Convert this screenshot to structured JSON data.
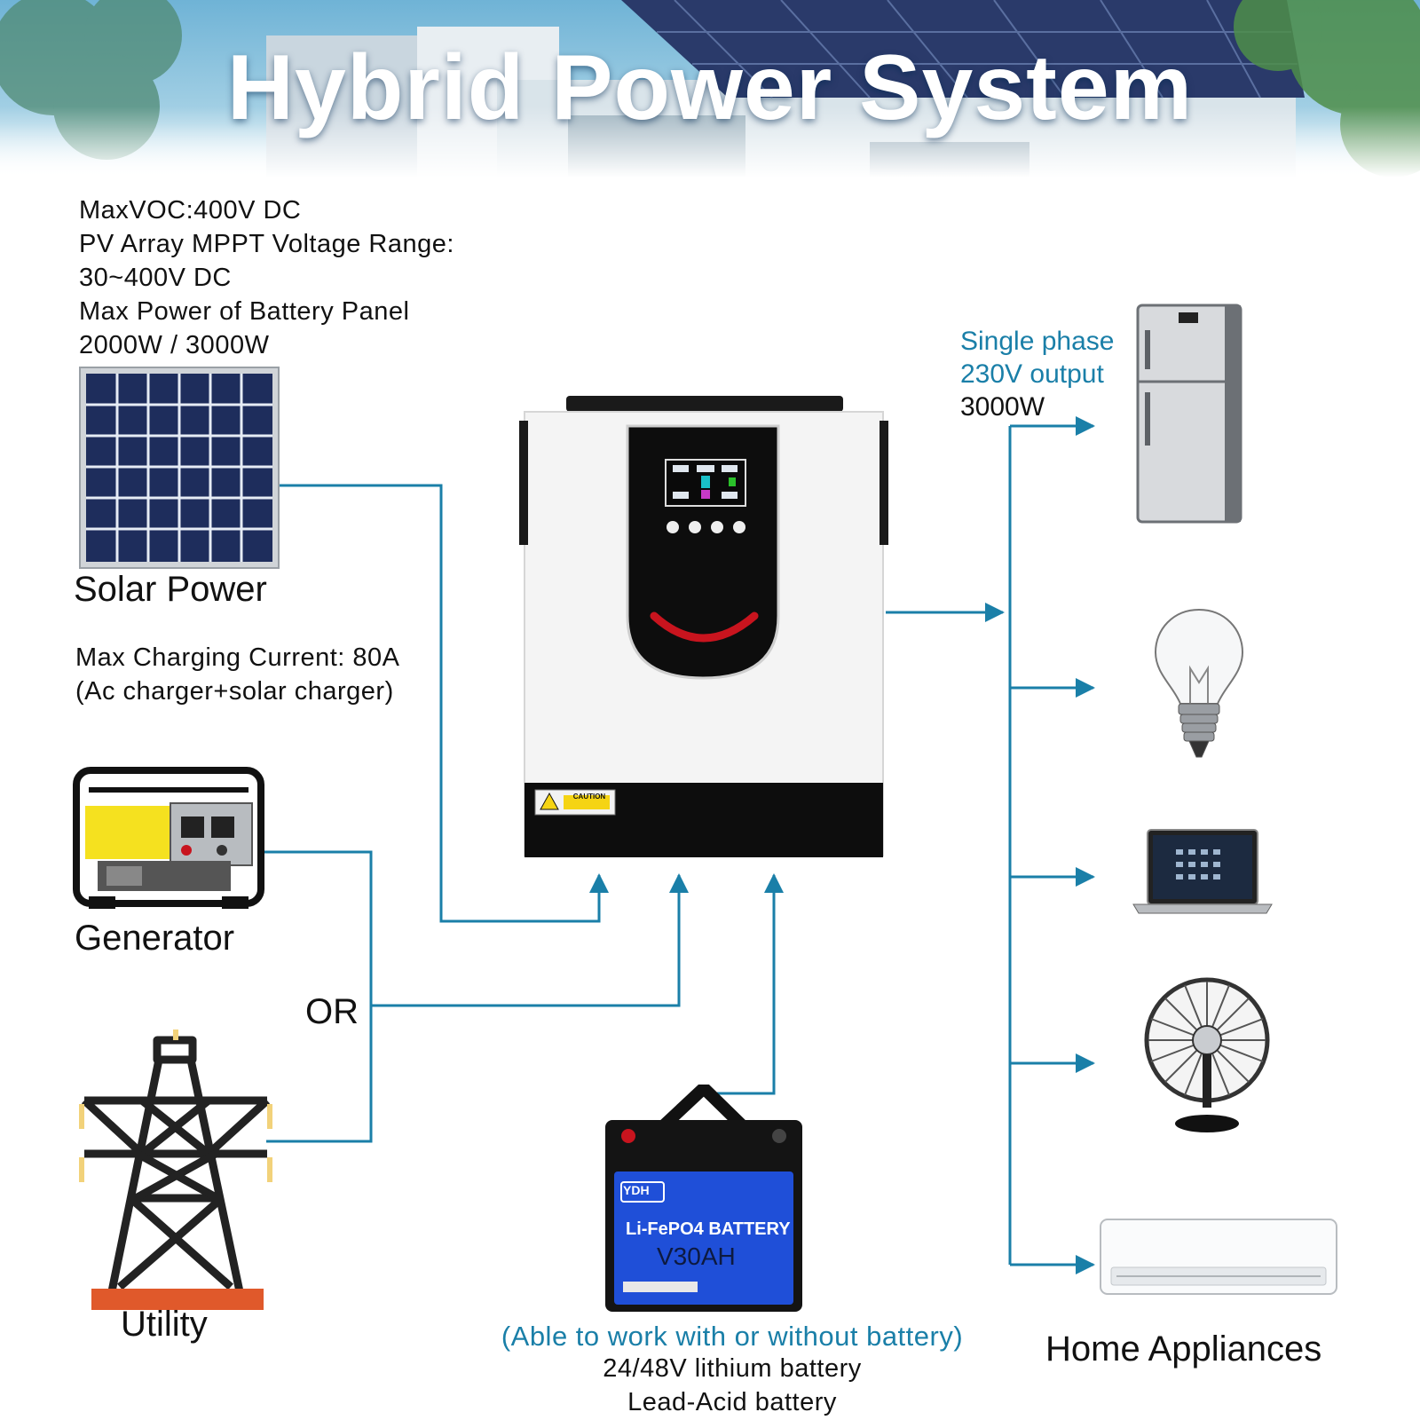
{
  "title": "Hybrid Power System",
  "pv_specs": [
    "MaxVOC:400V DC",
    "PV Array MPPT Voltage Range:",
    "30~400V DC",
    "Max Power of Battery Panel",
    "2000W / 3000W"
  ],
  "sources": {
    "solar": "Solar Power",
    "generator": "Generator",
    "or": "OR",
    "utility": "Utility"
  },
  "charging": {
    "line1": "Max Charging Current: 80A",
    "line2": "(Ac charger+solar charger)"
  },
  "output": {
    "line1": "Single phase",
    "line2": "230V output",
    "line3": "3000W"
  },
  "battery": {
    "note": "(Able to work with or without battery)",
    "type1": "24/48V lithium battery",
    "type2": "Lead-Acid battery",
    "brand": "YDH",
    "chem": "Li-FePO4 BATTERY",
    "capacity": "V30AH"
  },
  "inverter": {
    "caution": "CAUTION"
  },
  "appliances": {
    "label": "Home Appliances",
    "items": [
      "refrigerator",
      "light-bulb",
      "laptop",
      "fan",
      "air-conditioner"
    ]
  },
  "colors": {
    "line": "#1a7fa8",
    "text_blue": "#1a7fa8",
    "inverter_smile": "#c8141e"
  }
}
